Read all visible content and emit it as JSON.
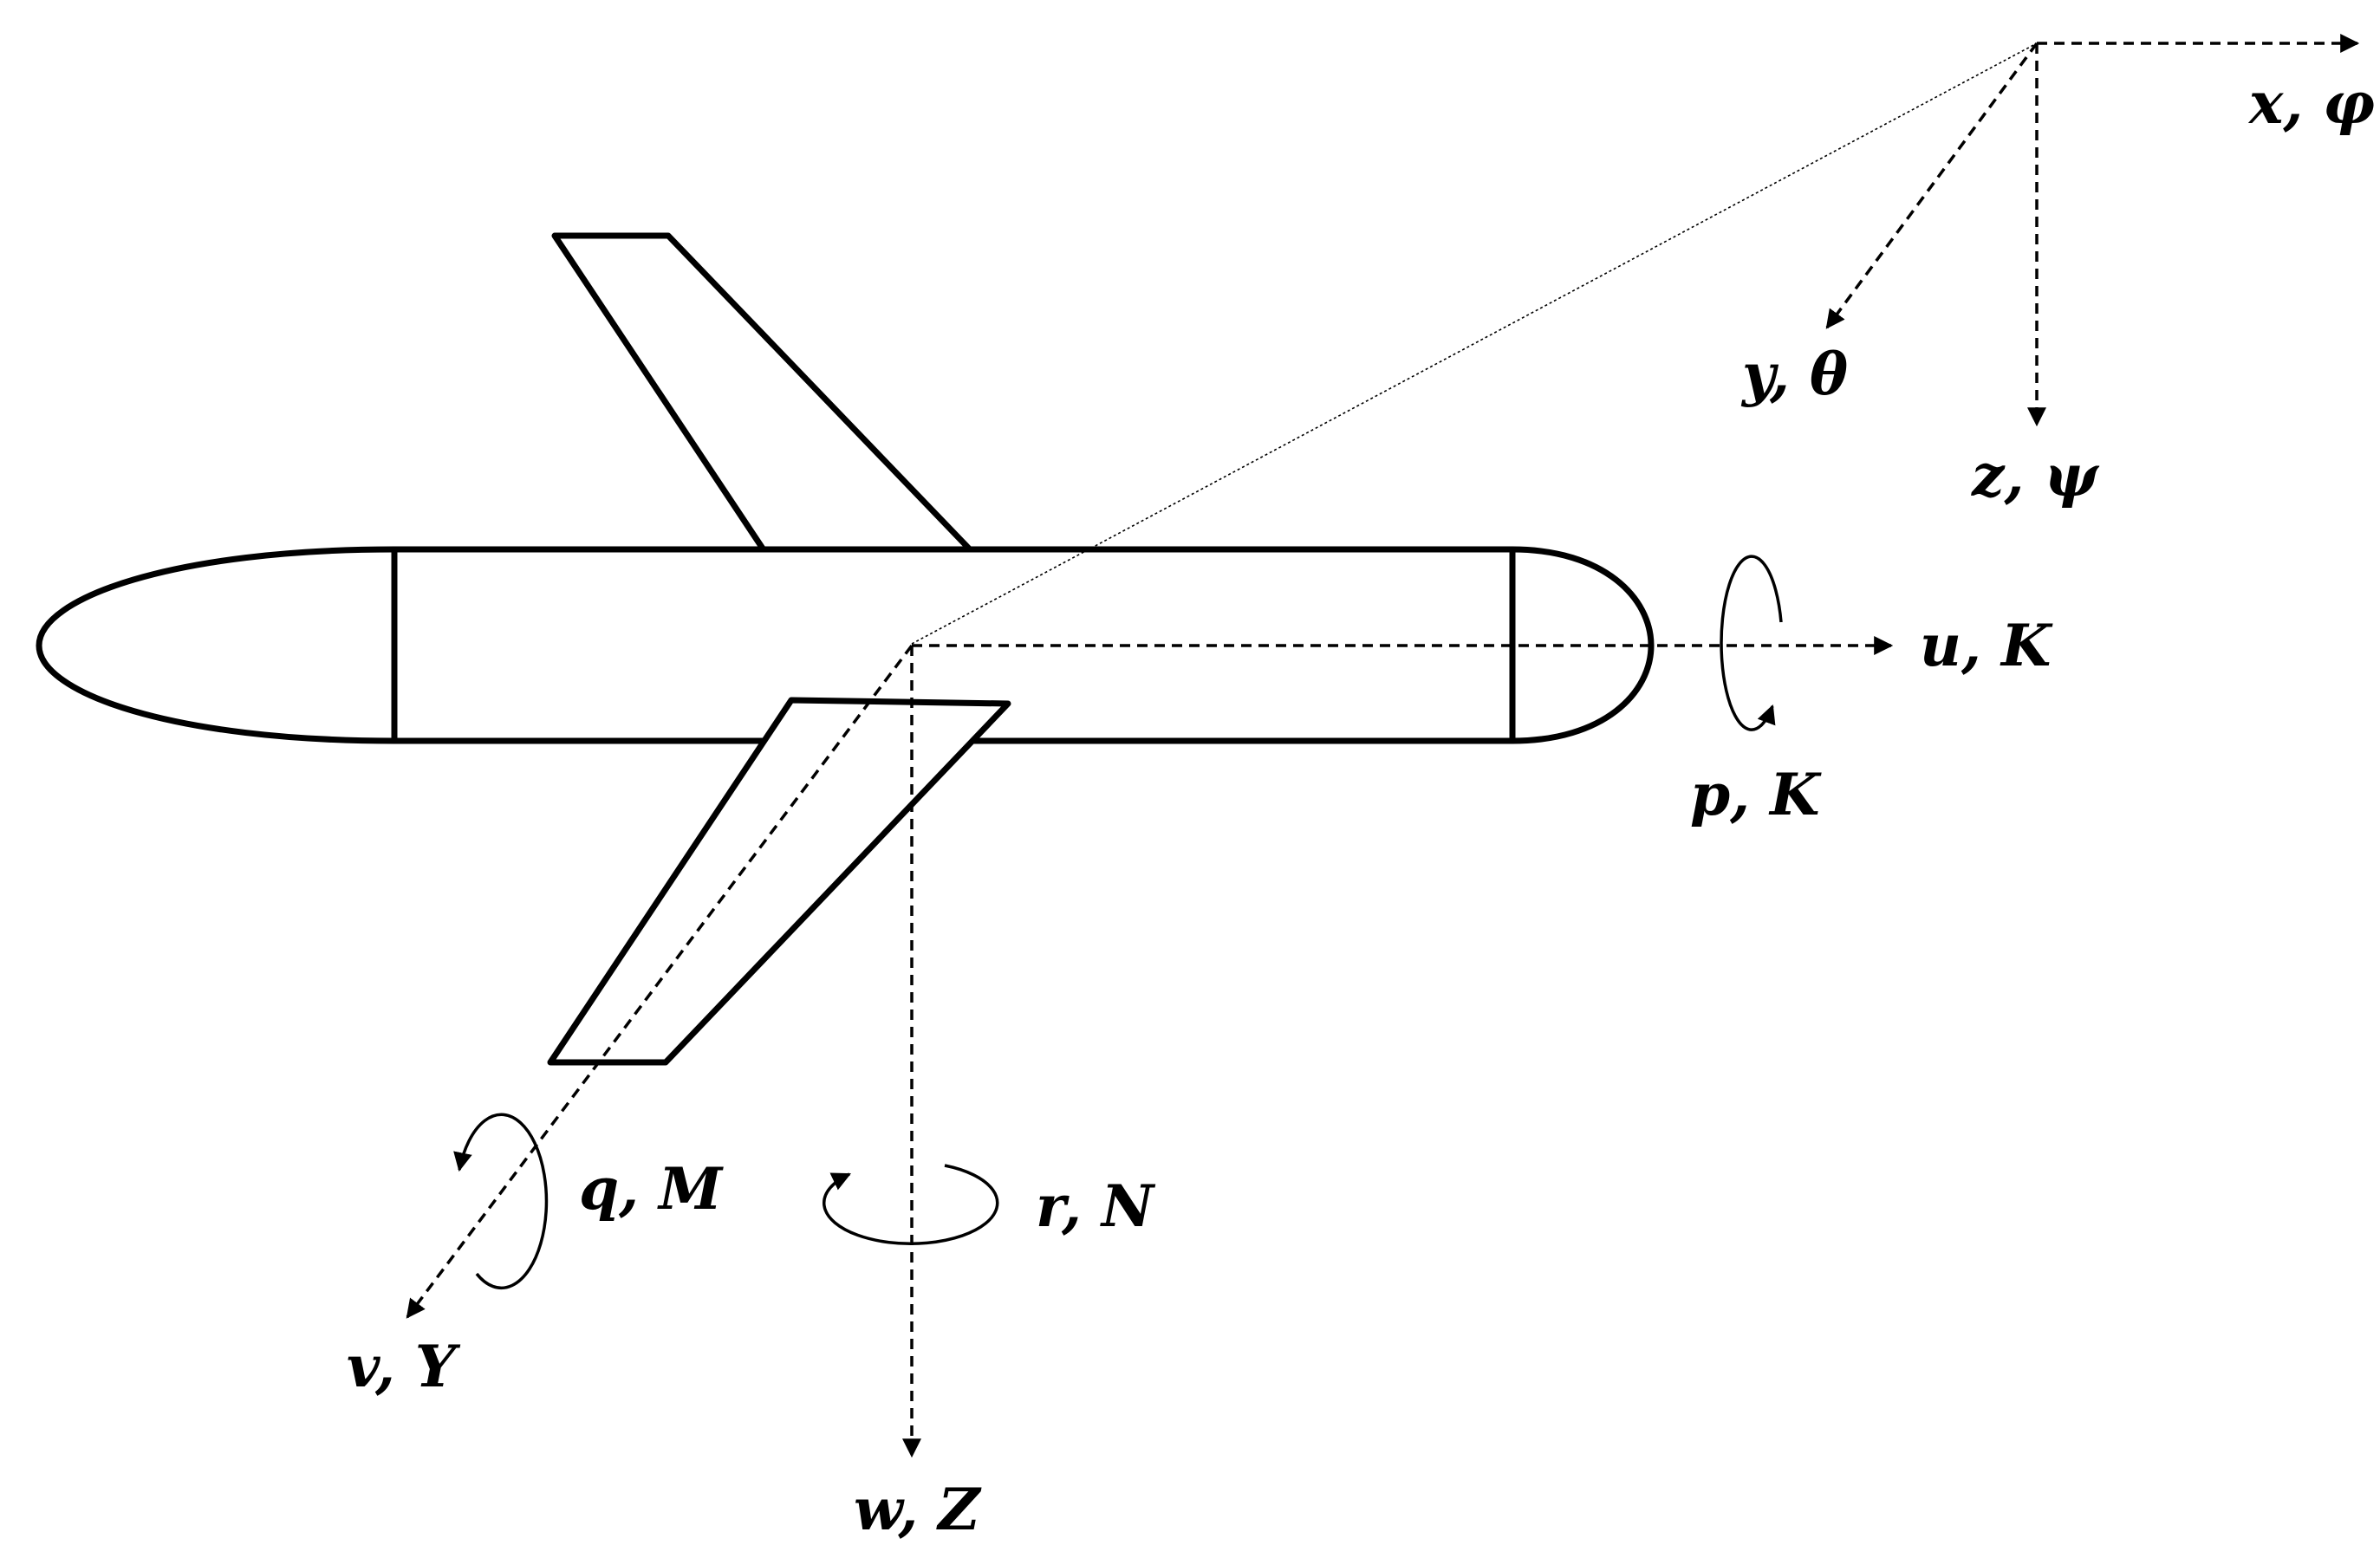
{
  "diagram": {
    "labels": {
      "x_phi": "x, φ",
      "y_theta": "y, θ",
      "z_psi": "z, ψ",
      "u_K": "u, K",
      "p_K": "p, K",
      "q_M": "q, M",
      "r_N": "r, N",
      "v_Y": "v, Y",
      "w_Z": "w, Z"
    },
    "colors": {
      "stroke": "#000000",
      "background": "#ffffff"
    }
  }
}
